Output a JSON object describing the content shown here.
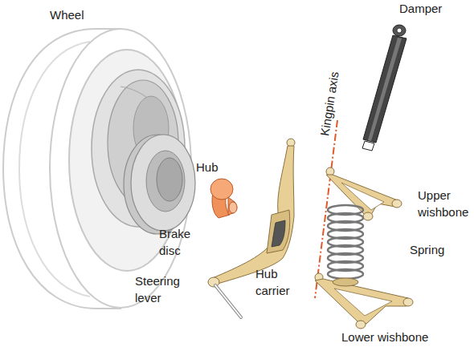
{
  "diagram": {
    "labels": [
      "Wheel",
      "Damper",
      "Kingpin axis",
      "Hub",
      "Upper wishbone",
      "Brake disc",
      "Spring",
      "Steering lever",
      "Hub carrier",
      "Lower wishbone"
    ]
  }
}
